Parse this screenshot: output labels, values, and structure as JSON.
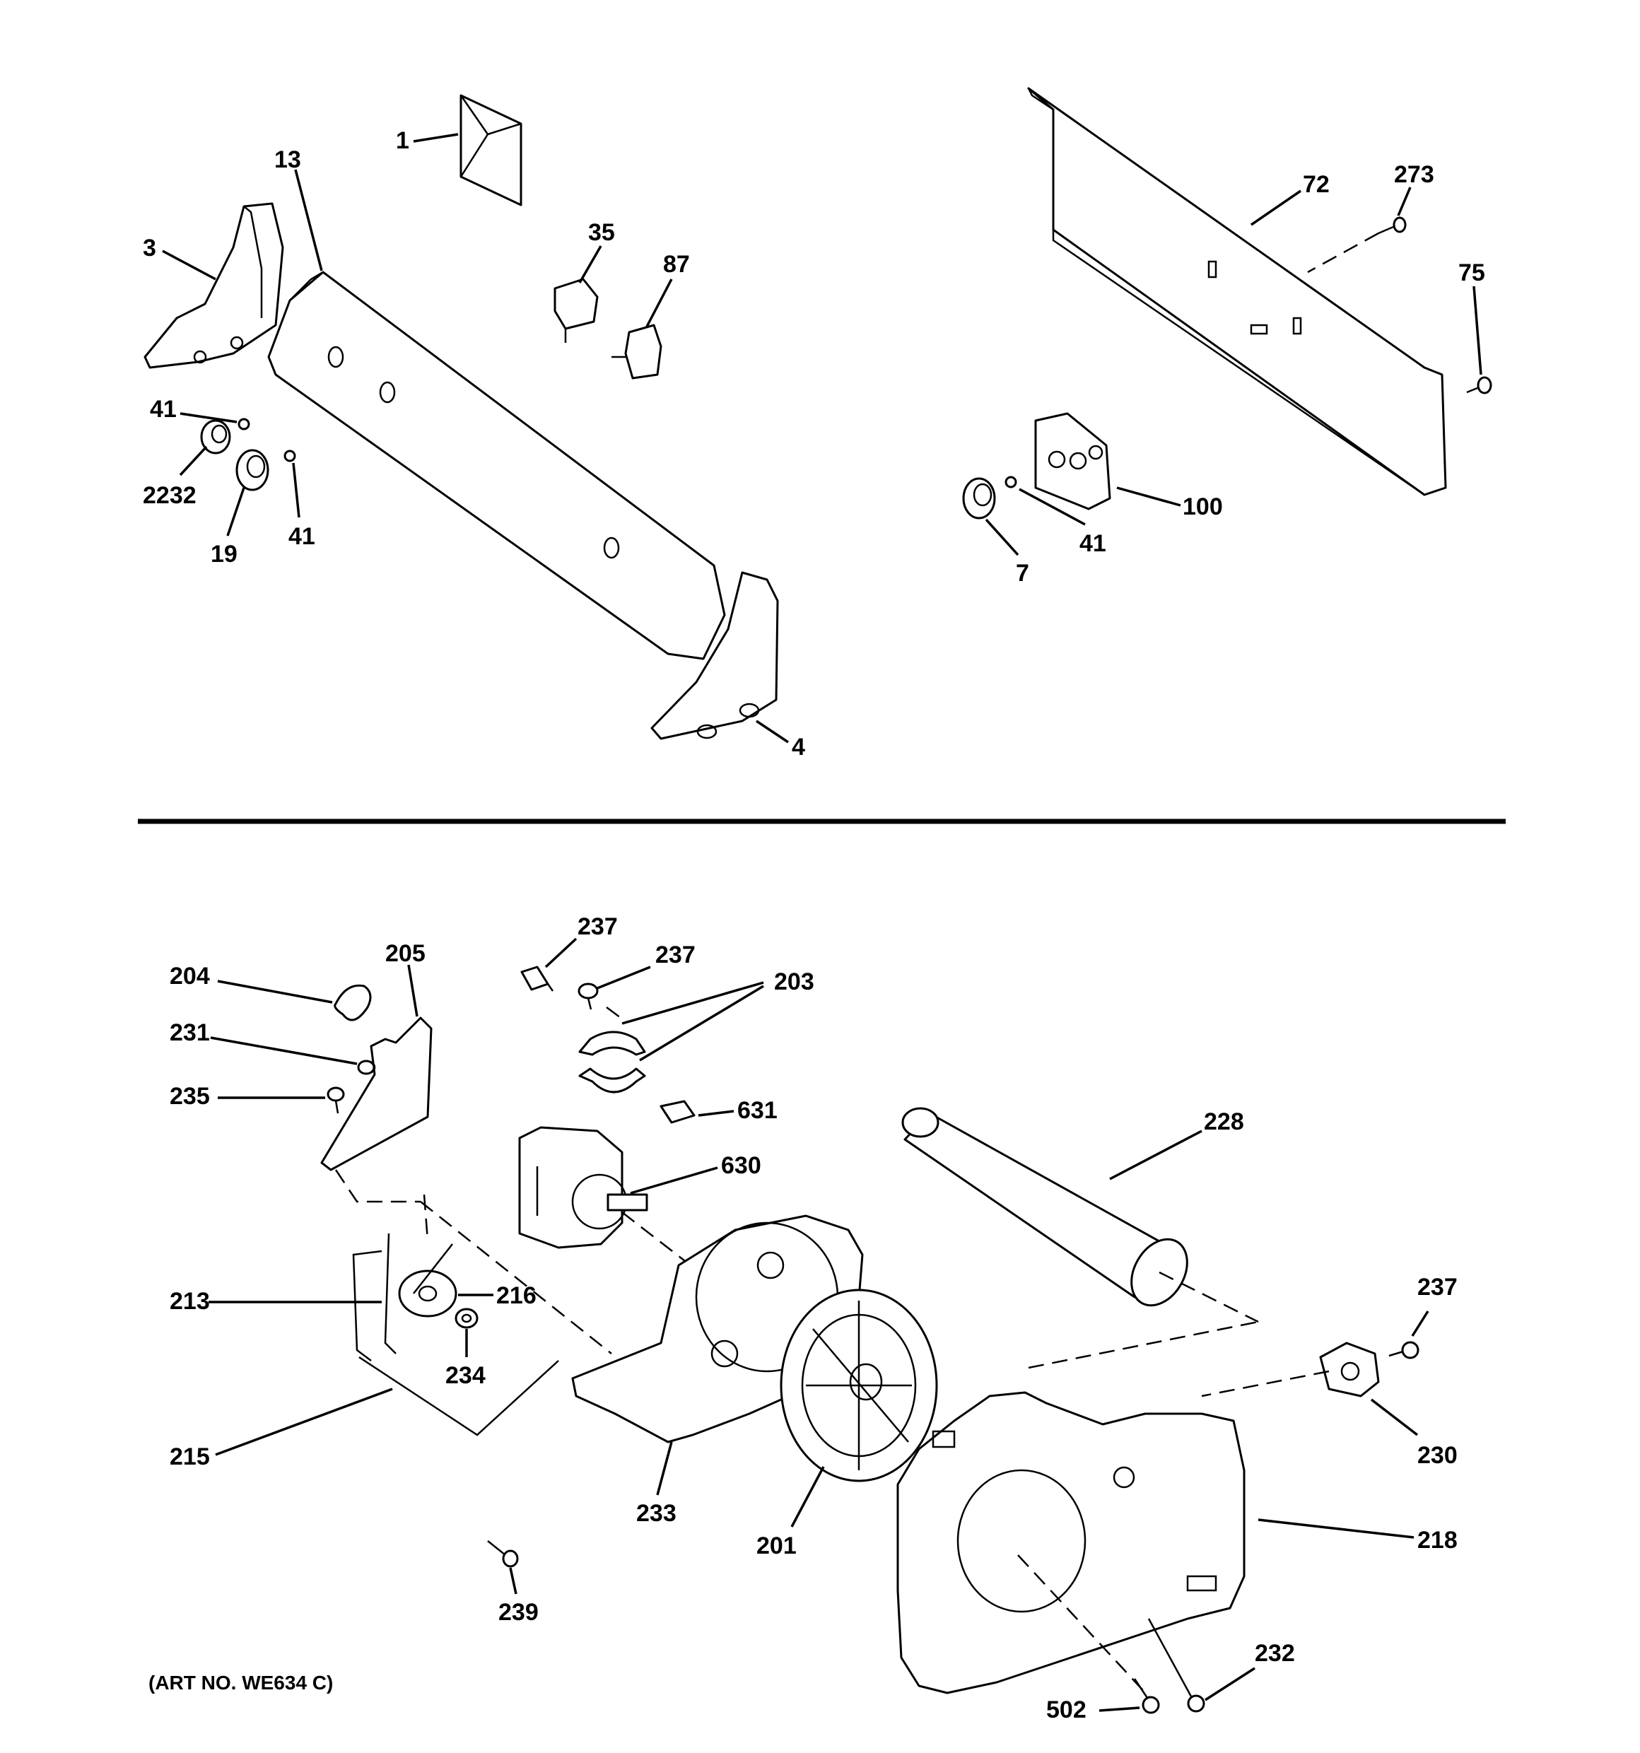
{
  "labels": {
    "l1": "1",
    "l13": "13",
    "l3": "3",
    "l35": "35",
    "l87": "87",
    "l41a": "41",
    "l2232": "2232",
    "l19": "19",
    "l41b": "41",
    "l4": "4",
    "l72": "72",
    "l273": "273",
    "l75": "75",
    "l100": "100",
    "l7": "7",
    "l41c": "41",
    "l237a": "237",
    "l237b": "237",
    "l203": "203",
    "l205": "205",
    "l204": "204",
    "l231": "231",
    "l235": "235",
    "l631": "631",
    "l228": "228",
    "l630": "630",
    "l213": "213",
    "l216": "216",
    "l234": "234",
    "l215": "215",
    "l233": "233",
    "l201": "201",
    "l237c": "237",
    "l230": "230",
    "l218": "218",
    "l239": "239",
    "l232": "232",
    "l502": "502"
  },
  "art_no": "(ART NO. WE634 C)"
}
